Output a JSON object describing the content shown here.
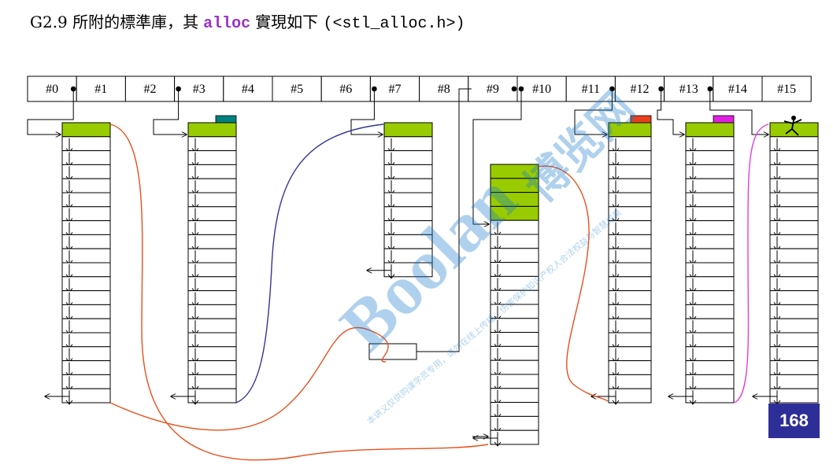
{
  "title": {
    "prefix": "G2.9 所附的標準庫，其",
    "keyword": "alloc",
    "suffix": "實現如下",
    "header": "(<stl_alloc.h>)"
  },
  "free_list_slots": [
    "#0",
    "#1",
    "#2",
    "#3",
    "#4",
    "#5",
    "#6",
    "#7",
    "#8",
    "#9",
    "#10",
    "#11",
    "#12",
    "#13",
    "#14",
    "#15"
  ],
  "slots_with_pointer": [
    0,
    3,
    7,
    9,
    10,
    11,
    12,
    13
  ],
  "memory_chains": [
    {
      "slot": "#0",
      "total_blocks": 20,
      "allocated_blocks": 1,
      "tag_color": ""
    },
    {
      "slot": "#3",
      "total_blocks": 20,
      "allocated_blocks": 1,
      "tag_color": "#008080"
    },
    {
      "slot": "#7",
      "total_blocks": 11,
      "allocated_blocks": 1,
      "tag_color": ""
    },
    {
      "slot": "#9",
      "total_blocks": 20,
      "allocated_blocks": 4,
      "tag_color": ""
    },
    {
      "slot": "#11",
      "total_blocks": 20,
      "allocated_blocks": 1,
      "tag_color": "#e8401c"
    },
    {
      "slot": "#13",
      "total_blocks": 20,
      "allocated_blocks": 1,
      "tag_color": "#e020e0"
    },
    {
      "slot": "#15",
      "total_blocks": 20,
      "allocated_blocks": 1,
      "tag_color": ""
    }
  ],
  "colors": {
    "allocated": "#99cc00",
    "link_orange": "#e8501c",
    "link_blue": "#333399",
    "link_magenta": "#e040e0",
    "badge": "#2e2e99",
    "watermark": "#1a7dcc"
  },
  "watermark": {
    "brand": "Boolan",
    "chinese": "博览网",
    "note": "本讲义仅供购课学员专用，请勿在线上传播，伤害保护知识产权人合法权益与智慧成果"
  },
  "page_number": "168"
}
